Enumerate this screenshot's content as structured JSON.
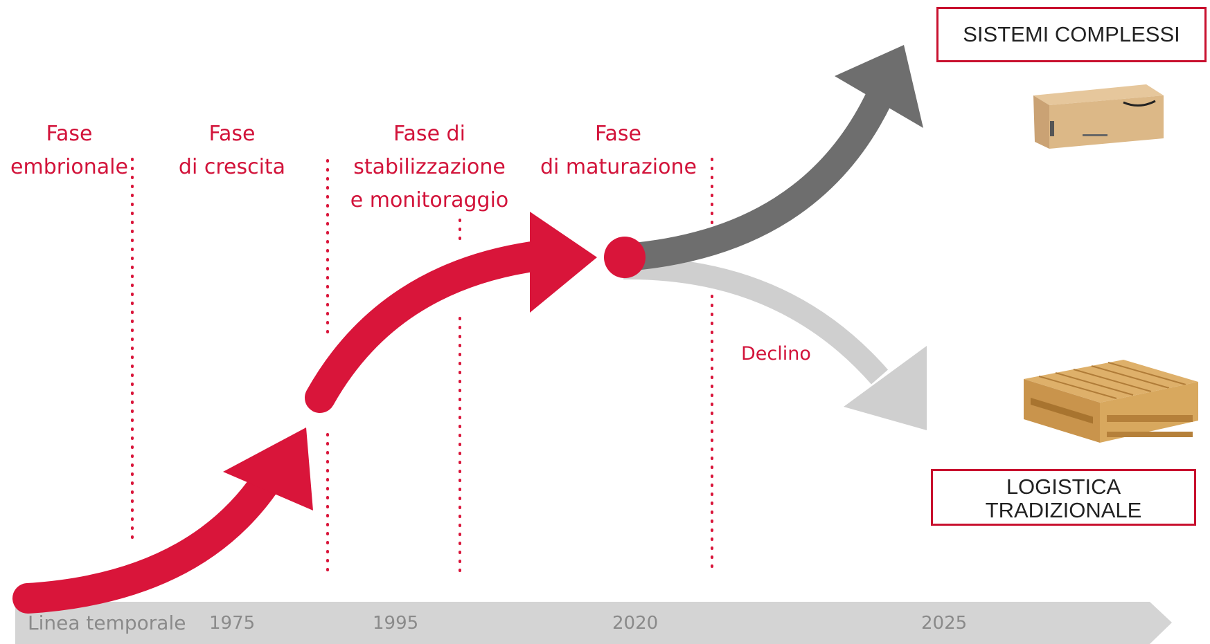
{
  "phases": [
    {
      "line1": "Fase",
      "line2": "embrionale",
      "line3": ""
    },
    {
      "line1": "Fase",
      "line2": "di crescita",
      "line3": ""
    },
    {
      "line1": "Fase di",
      "line2": "stabilizzazione",
      "line3": "e monitoraggio"
    },
    {
      "line1": "Fase",
      "line2": "di maturazione",
      "line3": ""
    }
  ],
  "decline_label": "Declino",
  "outcomes": {
    "top_box": "SISTEMI COMPLESSI",
    "bottom_box_line1": "LOGISTICA",
    "bottom_box_line2": "TRADIZIONALE"
  },
  "timeline": {
    "label": "Linea temporale",
    "ticks": [
      "1975",
      "1995",
      "2020",
      "2025"
    ]
  },
  "icons": {
    "top_image": "cardboard-box-icon",
    "bottom_image": "wooden-pallet-icon"
  },
  "colors": {
    "accent_red": "#d9153a",
    "dark_gray_arrow": "#6e6e6e",
    "light_gray_arrow": "#cfcfcf",
    "timeline_bar": "#d4d4d4",
    "box_border": "#c8102e"
  }
}
